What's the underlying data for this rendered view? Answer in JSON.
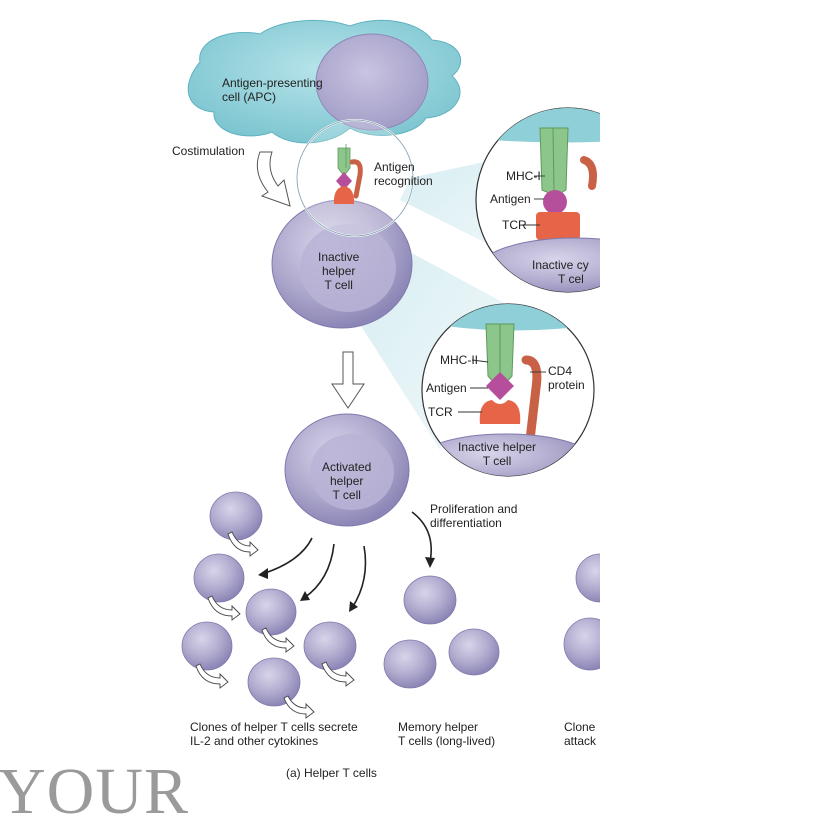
{
  "labels": {
    "apc": [
      "Antigen-presenting",
      "cell (APC)"
    ],
    "costimulation": "Costimulation",
    "antigen_recognition": [
      "Antigen",
      "recognition"
    ],
    "inactive_helper": [
      "Inactive",
      "helper",
      "T cell"
    ],
    "activated_helper": [
      "Activated",
      "helper",
      "T cell"
    ],
    "proliferation": [
      "Proliferation and",
      "differentiation"
    ],
    "inset_top": {
      "mhc": "MHC-I",
      "antigen": "Antigen",
      "tcr": "TCR",
      "cell": [
        "Inactive cy",
        "T cel"
      ]
    },
    "inset_bottom": {
      "mhc": "MHC-II",
      "antigen": "Antigen",
      "tcr": "TCR",
      "cd4": [
        "CD4",
        "protein"
      ],
      "cell": [
        "Inactive helper",
        "T cell"
      ]
    },
    "captions": {
      "clones": [
        "Clones of helper T cells secrete",
        "IL-2 and other cytokines"
      ],
      "memory": [
        "Memory helper",
        "T cells (long-lived)"
      ],
      "clone_cut": [
        "Clone",
        "attack"
      ],
      "panel": "(a) Helper T cells"
    },
    "watermark": "YOUR"
  },
  "colors": {
    "apc_fill": "#8fd0d8",
    "cell_fill": "#b6b2d2",
    "mhc_green": "#8cc68a",
    "tcr_red": "#e66448",
    "antigen_purple": "#b64f9b",
    "cd4_red": "#c96147"
  }
}
